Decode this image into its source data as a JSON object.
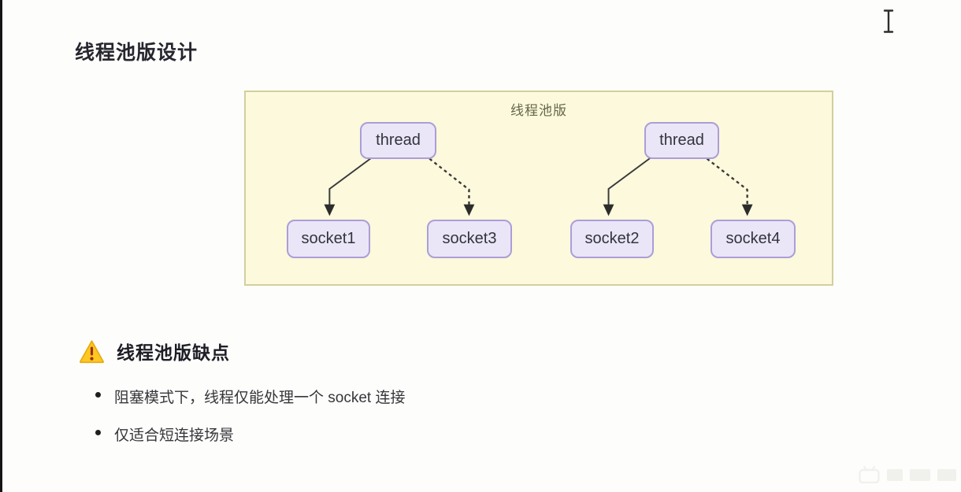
{
  "page": {
    "title": "线程池版设计"
  },
  "diagram": {
    "label": "线程池版",
    "threads": [
      "thread",
      "thread"
    ],
    "sockets": [
      "socket1",
      "socket3",
      "socket2",
      "socket4"
    ],
    "edges": [
      {
        "from": "thread-left",
        "to": "socket1",
        "style": "solid"
      },
      {
        "from": "thread-left",
        "to": "socket3",
        "style": "dashed"
      },
      {
        "from": "thread-right",
        "to": "socket2",
        "style": "solid"
      },
      {
        "from": "thread-right",
        "to": "socket4",
        "style": "dashed"
      }
    ],
    "colors": {
      "panel_bg": "#fcf9dc",
      "panel_border": "#d2d09c",
      "node_bg": "#eae6f8",
      "node_border": "#ab9ed8",
      "arrow": "#3a3a3a"
    }
  },
  "warning": {
    "icon": "warning-triangle-icon",
    "heading": "线程池版缺点",
    "bullets": [
      "阻塞模式下，线程仅能处理一个 socket 连接",
      "仅适合短连接场景"
    ]
  },
  "cursor": {
    "icon": "text-ibeam-cursor-icon"
  },
  "watermark": {
    "icon": "tv-logo-icon"
  }
}
